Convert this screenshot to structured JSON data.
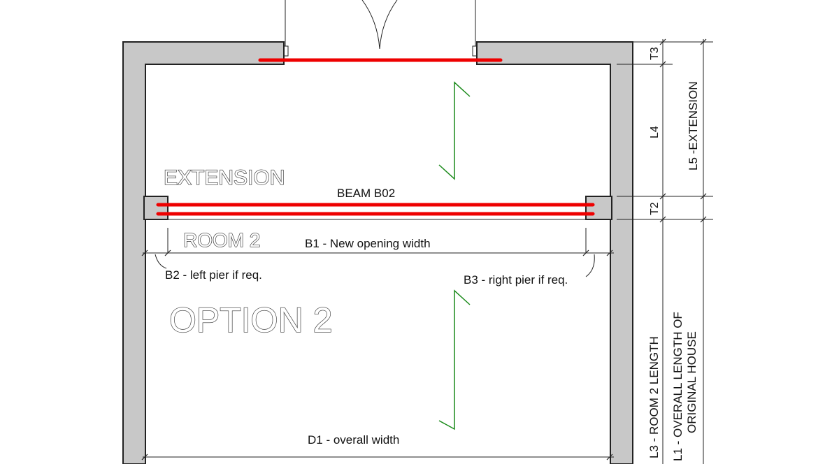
{
  "labels": {
    "extension": "EXTENSION",
    "beam": "BEAM B02",
    "room2": "ROOM 2",
    "b1": "B1  - New opening width",
    "b2": "B2 - left pier if req.",
    "b3": "B3 - right pier if req.",
    "option": "OPTION 2",
    "d1": "D1 - overall width",
    "t3": "T3",
    "l4": "L4",
    "t2": "T2",
    "l5": "L5 -EXTENSION",
    "l3": "L3 - ROOM 2 LENGTH",
    "l1_line1": "L1 - OVERALL LENGTH OF",
    "l1_line2": "ORIGINAL HOUSE"
  },
  "colors": {
    "beam": "#ee0000",
    "wall_fill": "#c8c8c8",
    "break_line": "#1a8a1a",
    "line": "#222222"
  }
}
